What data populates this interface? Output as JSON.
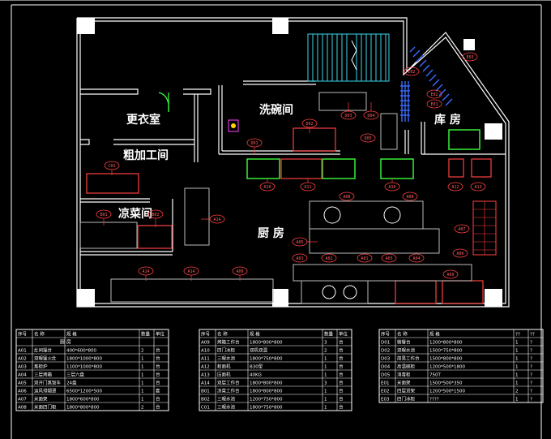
{
  "rooms": {
    "changing": "更衣室",
    "dish": "洗碗间",
    "storage": "库 房",
    "prep": "粗加工间",
    "cold": "凉菜间",
    "kitchen": "厨 房"
  },
  "labels": {
    "d01": "D01",
    "d02": "D02",
    "d03": "D03",
    "d04": "D04",
    "d05": "D05",
    "e01": "E01",
    "e02": "E02",
    "e03": "E03",
    "a01": "A01",
    "a02": "A02",
    "a03": "A03",
    "a04": "A04",
    "a05": "A05",
    "a06": "A06",
    "a07": "A07",
    "a08": "A08",
    "a09": "A09",
    "a10": "A10",
    "a11": "A11",
    "a12": "A12",
    "a13": "A13",
    "a14": "A14",
    "b01": "B01",
    "b02": "B02",
    "c01": "C01"
  },
  "tables": [
    {
      "headers": [
        "序号",
        "名  称",
        "规  格",
        "数量",
        "单位"
      ],
      "group": "厨 房",
      "rows": [
        [
          "A01",
          "灶间操台",
          "400*600*800",
          "2",
          "台"
        ],
        [
          "A02",
          "双眼猛火灶",
          "1800*1000*800",
          "1",
          "台"
        ],
        [
          "A03",
          "蒸柜炉",
          "1100*1000*800",
          "1",
          "台"
        ],
        [
          "A04",
          "三层烤箱",
          "三层六盘",
          "1",
          "台"
        ],
        [
          "A05",
          "双开门蒸饭车",
          "24盘",
          "1",
          "台"
        ],
        [
          "A06",
          "运风排烟罩",
          "6500*1200*500",
          "1",
          "套"
        ],
        [
          "A07",
          "米面架",
          "1800*600*800",
          "1",
          "台"
        ],
        [
          "A08",
          "米面四门柜",
          "1800*800*800",
          "2",
          "台"
        ]
      ]
    },
    {
      "headers": [
        "序号",
        "名  称",
        "规  格",
        "数量",
        "单位"
      ],
      "rows": [
        [
          "A09",
          "烤箱工作台",
          "1800*800*800",
          "3",
          "台"
        ],
        [
          "A10",
          "四门冰柜",
          "双机双温",
          "2",
          "台"
        ],
        [
          "A11",
          "三眼水池",
          "1800*750*800",
          "1",
          "台"
        ],
        [
          "A12",
          "和面机",
          "B30型",
          "1",
          "台"
        ],
        [
          "A13",
          "压面机",
          "40KG",
          "1",
          "台"
        ],
        [
          "A14",
          "双层工作台",
          "1800*800*800",
          "3",
          "台"
        ],
        [
          "B01",
          "凉菜工作台",
          "1800*800*800",
          "1",
          "台"
        ],
        [
          "B02",
          "三眼水池",
          "1200*750*800",
          "1",
          "台"
        ],
        [
          "C01",
          "三眼水池",
          "1800*750*800",
          "1",
          "台"
        ]
      ]
    },
    {
      "headers": [
        "序号",
        "名  称",
        "规  格",
        "??",
        "??"
      ],
      "rows": [
        [
          "D01",
          "微餐台",
          "1200*800*800",
          "1",
          "?"
        ],
        [
          "D02",
          "双眼水池",
          "1500*750*800",
          "1",
          "?"
        ],
        [
          "D03",
          "简易工作台",
          "1500*800*800",
          "1",
          "?"
        ],
        [
          "D04",
          "高温碗柜",
          "1200*500*1800",
          "1",
          "?"
        ],
        [
          "D05",
          "消毒柜",
          "750T",
          "1",
          "?"
        ],
        [
          "E01",
          "米面架",
          "1500*500*350",
          "1",
          "?"
        ],
        [
          "E02",
          "四层货架",
          "1200*500*1500",
          "2",
          "?"
        ],
        [
          "E03",
          "四门冰柜",
          "????",
          "1",
          "?"
        ]
      ]
    }
  ]
}
